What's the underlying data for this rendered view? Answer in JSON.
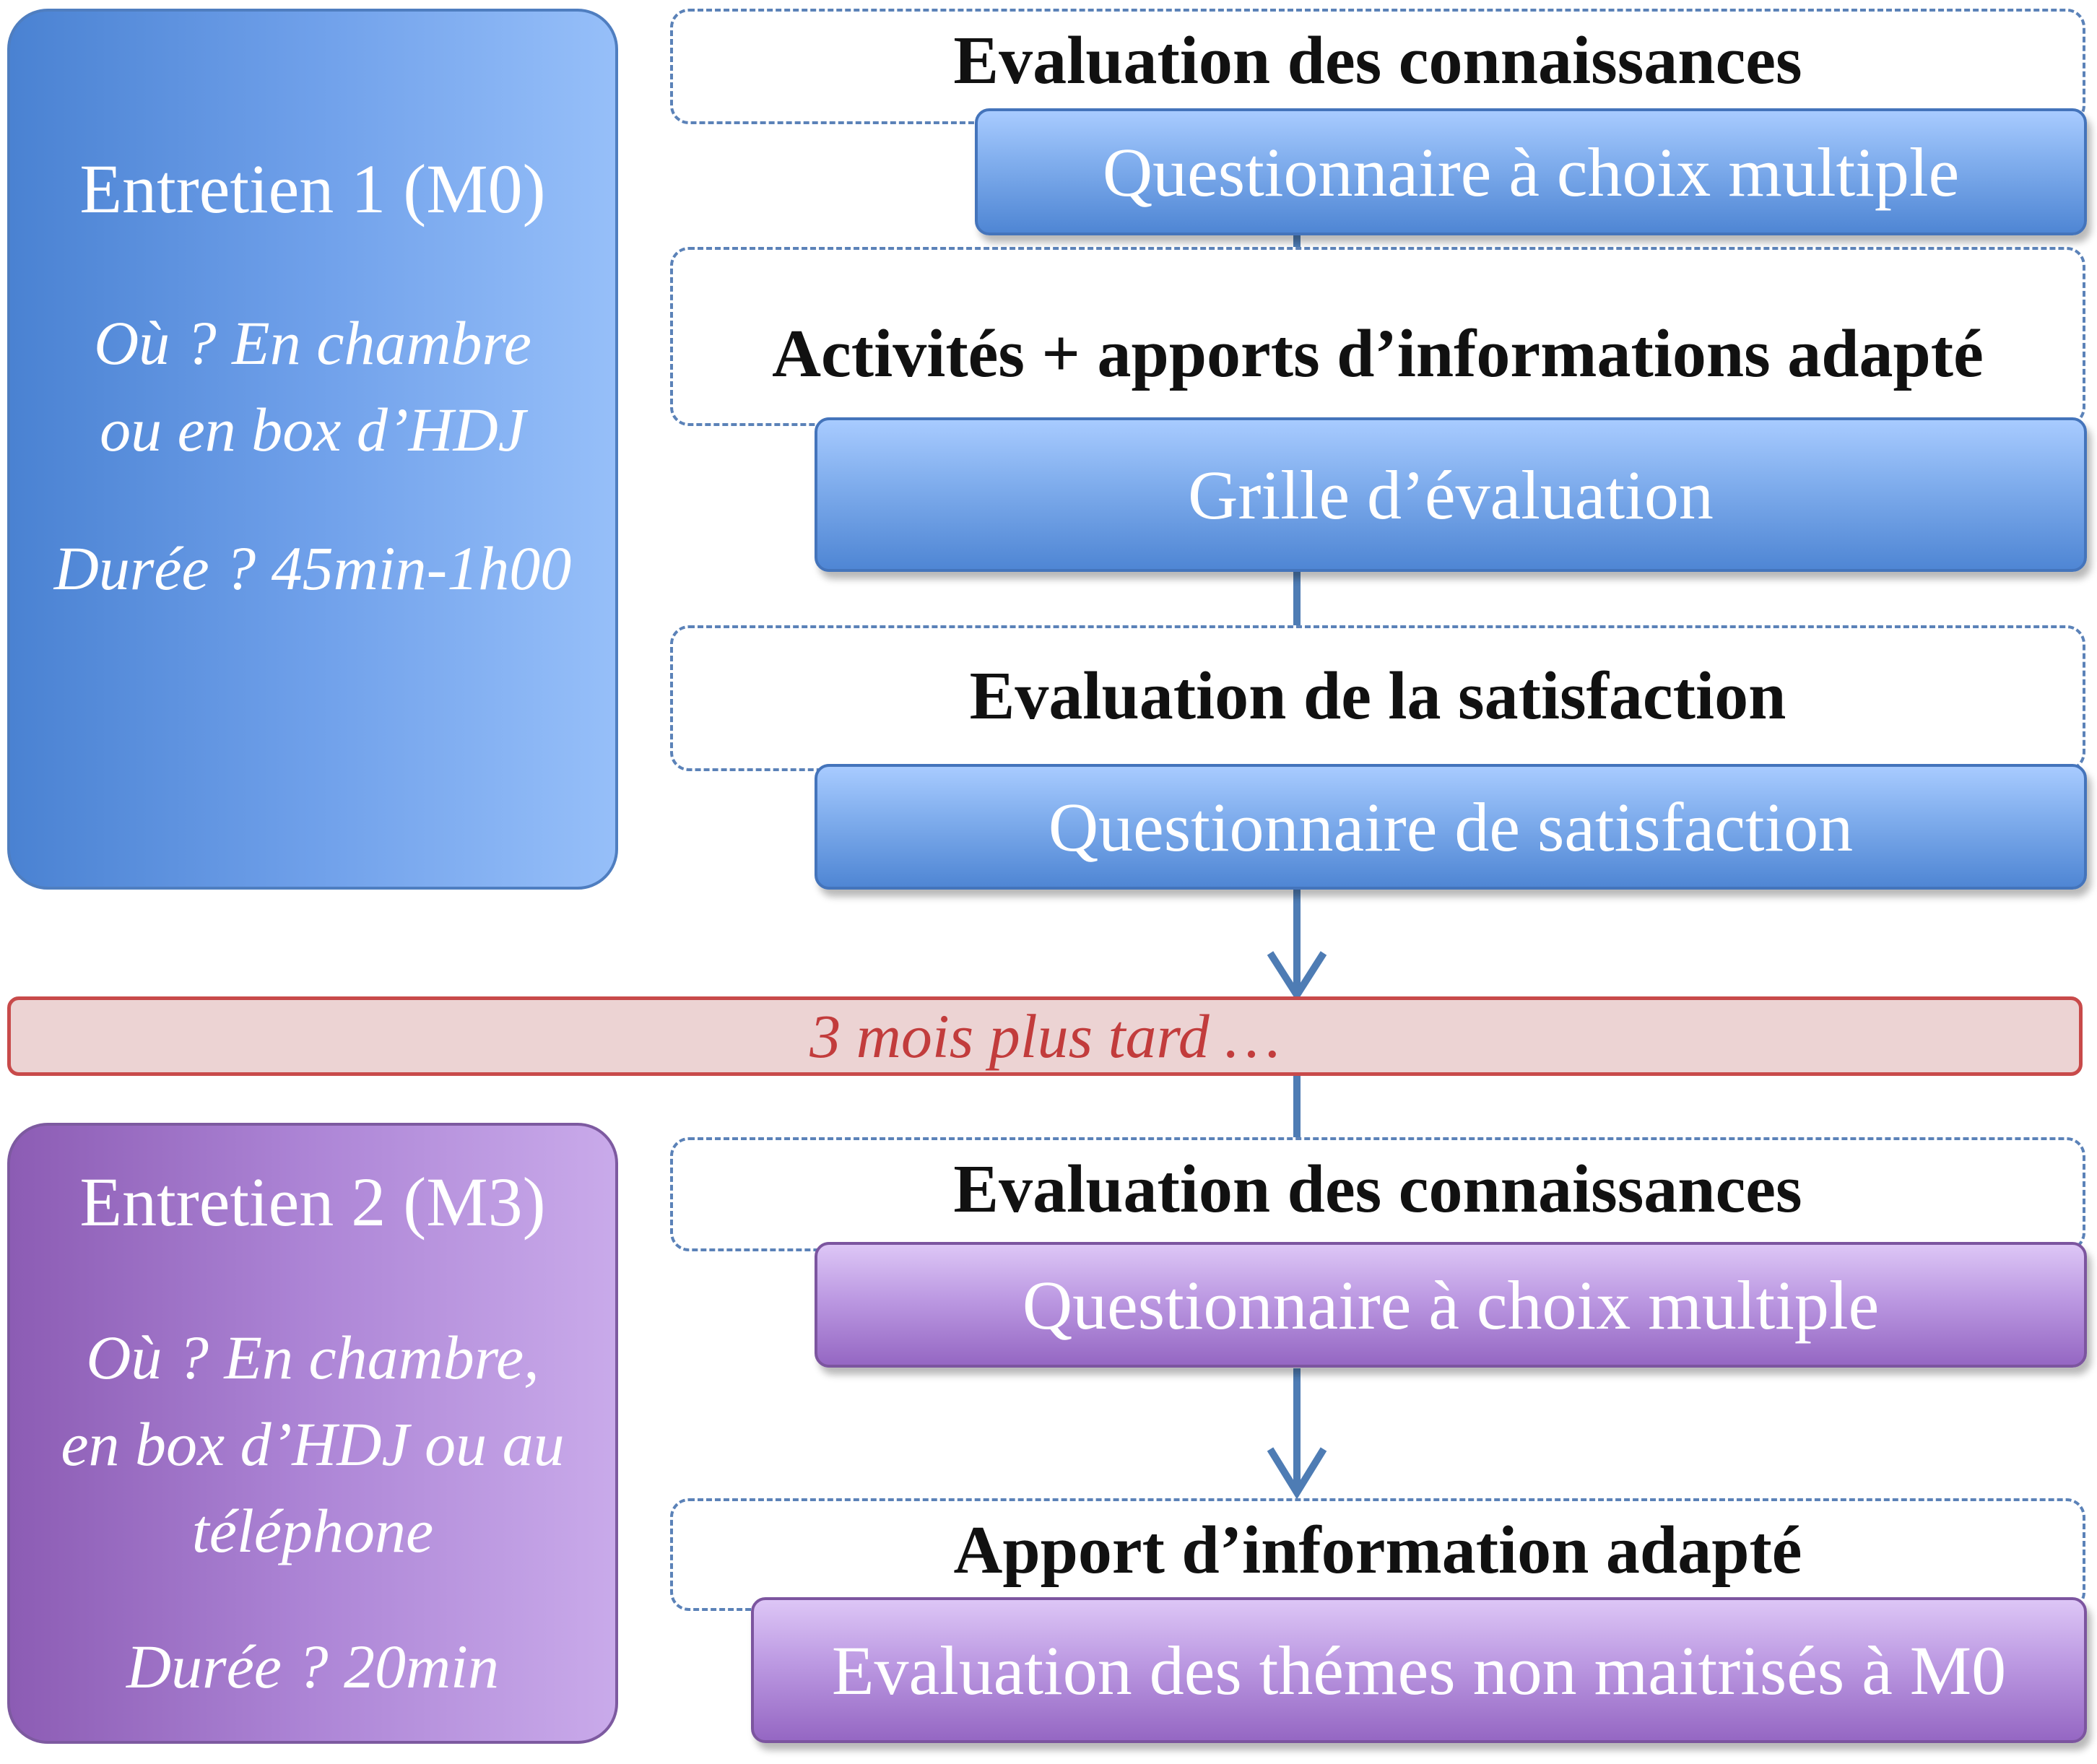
{
  "session1": {
    "title": "Entretien 1 (M0)",
    "where_line1": "Où ? En chambre",
    "where_line2": "ou en box d’HDJ",
    "duration": "Durée ? 45min-1h00"
  },
  "session2": {
    "title": "Entretien 2 (M3)",
    "where_line1": "Où ? En chambre,",
    "where_line2": "en box d’HDJ ou au",
    "where_line3": "téléphone",
    "duration": "Durée ? 20min"
  },
  "steps_m0": [
    {
      "heading": "Evaluation des connaissances",
      "tool": "Questionnaire à choix multiple"
    },
    {
      "heading": "Activités + apports d’informations adapté",
      "tool": "Grille d’évaluation"
    },
    {
      "heading": "Evaluation de la satisfaction",
      "tool": "Questionnaire de satisfaction"
    }
  ],
  "timeline": {
    "label": "3 mois plus tard …"
  },
  "steps_m3": [
    {
      "heading": "Evaluation des connaissances",
      "tool": "Questionnaire à choix multiple"
    },
    {
      "heading": "Apport d’information adapté",
      "tool": "Evaluation des thémes non maitrisés à M0"
    }
  ],
  "colors": {
    "m0_blue": "#4a82d2",
    "m3_purple": "#8c5cb4",
    "timeline_red": "#c23c3c",
    "connector": "#4e7cb4"
  }
}
